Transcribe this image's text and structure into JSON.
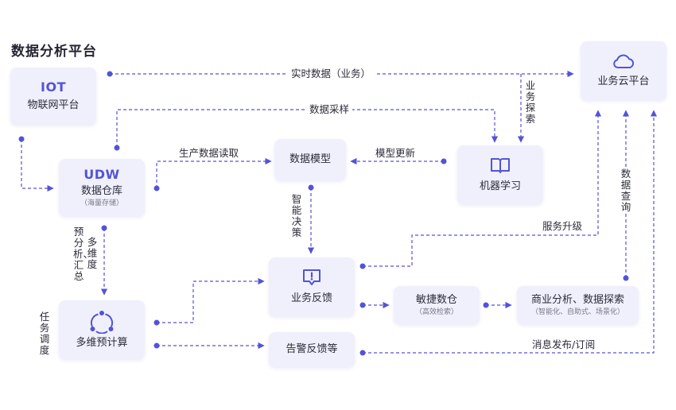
{
  "title": "数据分析平台",
  "accent_color": "#5353d8",
  "node_fill": "#f0f0fc",
  "nodes": {
    "iot": {
      "head": "IOT",
      "label": "物联网平台"
    },
    "cloud": {
      "icon": "cloud-icon",
      "label": "业务云平台"
    },
    "udw": {
      "head": "UDW",
      "label": "数据仓库",
      "sub": "（海量存储）"
    },
    "model": {
      "label": "数据模型"
    },
    "ml": {
      "icon": "book-icon",
      "label": "机器学习"
    },
    "feedback": {
      "icon": "alert-message-icon",
      "label": "业务反馈"
    },
    "agile": {
      "label": "敏捷数仓",
      "sub": "（高效检索）"
    },
    "analysis": {
      "label": "商业分析、数据探索",
      "sub": "（智能化、自助式、场景化）"
    },
    "compute": {
      "icon": "share-cycle-icon",
      "label": "多维预计算"
    },
    "alert": {
      "label": "告警反馈等"
    }
  },
  "edges": {
    "realtime": "实时数据（业务）",
    "sampling": "数据采样",
    "produce_read": "生产数据读取",
    "model_update": "模型更新",
    "business_explore": "业务探索",
    "smart_decision": "智能决策",
    "multi_dim": "多维度",
    "preanalysis": "预分析、汇总",
    "task_schedule": "任务调度",
    "data_query": "数据查询",
    "service_upgrade": "服务升级",
    "publish_subscribe": "消息发布/订阅"
  }
}
